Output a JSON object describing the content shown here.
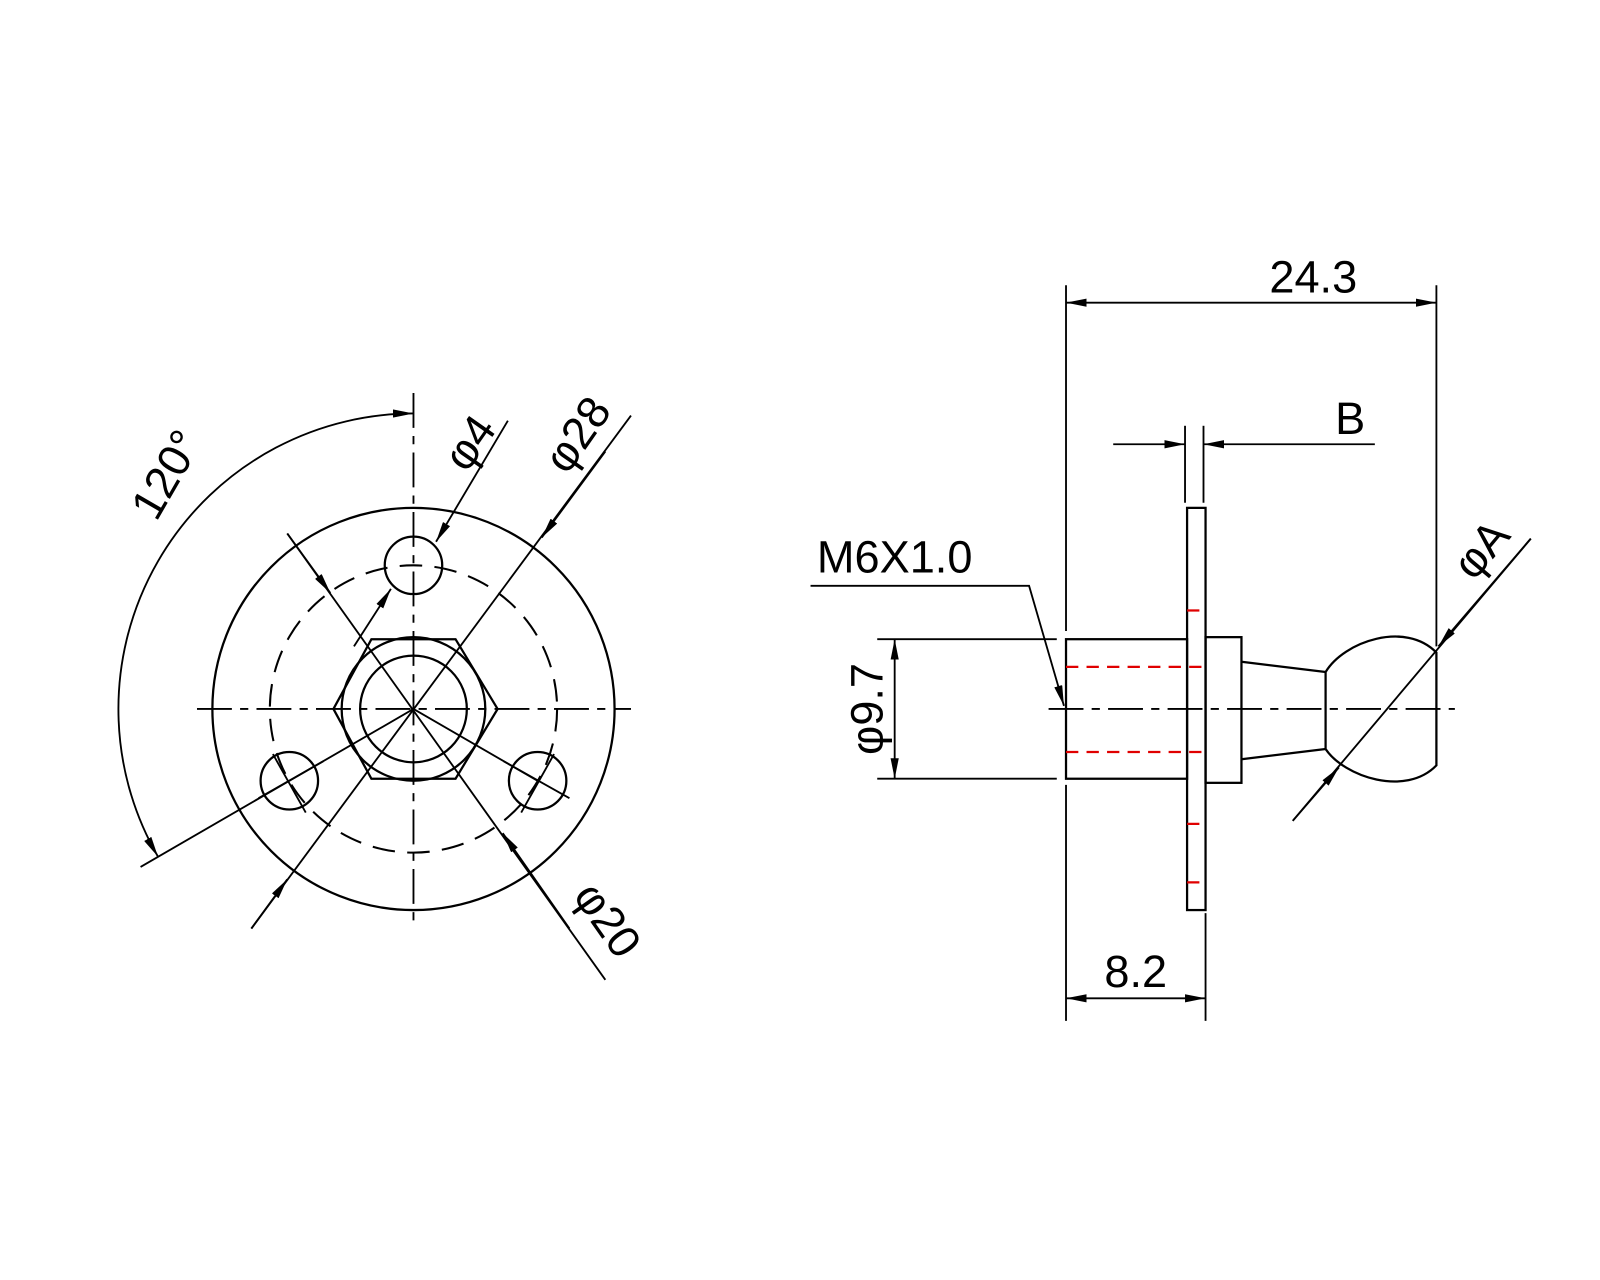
{
  "front_view": {
    "angle_label": "120°",
    "hole_dia_label": "φ4",
    "outer_dia_label": "φ28",
    "pcd_label": "φ20"
  },
  "side_view": {
    "overall_length_label": "24.3",
    "flange_thickness_label": "B",
    "thread_label": "M6X1.0",
    "body_dia_label": "φ9.7",
    "body_length_label": "8.2",
    "ball_dia_label": "φA"
  },
  "colors": {
    "line": "#000000",
    "hidden_line": "#e00000"
  }
}
